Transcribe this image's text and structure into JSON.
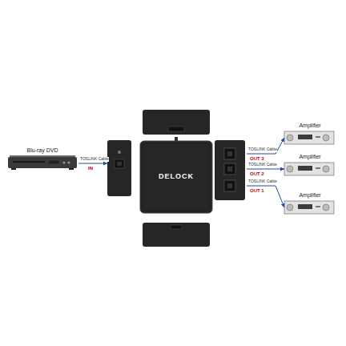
{
  "diagram": {
    "nodes": [
      {
        "text": [
          "Blu-ray DVD"
        ]
      },
      {
        "text": [
          "DELOCK"
        ]
      },
      {
        "text": [
          "Amplifier"
        ]
      },
      {
        "text": [
          "Amplifier"
        ]
      },
      {
        "text": [
          "Amplifier"
        ]
      }
    ],
    "edges": [
      {
        "from": 0,
        "to": 1,
        "arrow": "to",
        "label": "TOSLINK Cable"
      },
      {
        "from": 1,
        "to": 2,
        "arrow": "to",
        "label": "TOSLINK Cable"
      },
      {
        "from": 1,
        "to": 3,
        "arrow": "to",
        "label": "TOSLINK Cable"
      },
      {
        "from": 1,
        "to": 4,
        "arrow": "to",
        "label": "TOSLINK Cable"
      }
    ],
    "labels": [
      "IN",
      "OUT 3",
      "OUT 2",
      "OUT 1"
    ]
  }
}
